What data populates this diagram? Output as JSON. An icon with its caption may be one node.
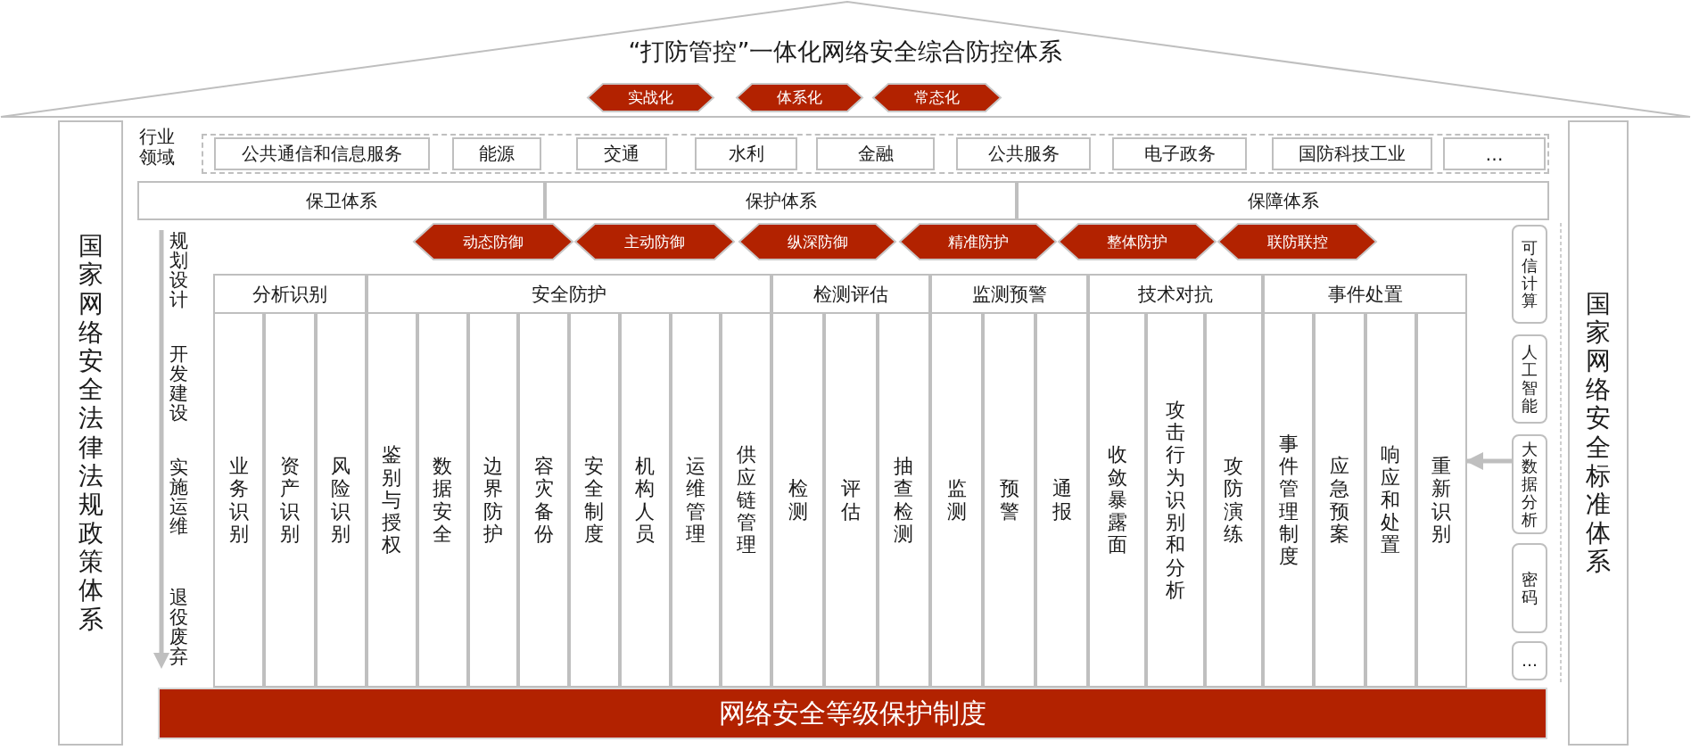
{
  "diagram": {
    "title": "“打防管控”一体化网络安全综合防控体系",
    "nodes": [
      {
        "text": [
          "实战化"
        ]
      },
      {
        "text": [
          "体系化"
        ]
      },
      {
        "text": [
          "常态化"
        ]
      },
      {
        "text": [
          "国家网络安全法律法规政策体系"
        ]
      },
      {
        "text": [
          "行业领域"
        ]
      },
      {
        "text": [
          "公共通信和信息服务"
        ],
        "in": 4
      },
      {
        "text": [
          "能源"
        ],
        "in": 4
      },
      {
        "text": [
          "交通"
        ],
        "in": 4
      },
      {
        "text": [
          "水利"
        ],
        "in": 4
      },
      {
        "text": [
          "金融"
        ],
        "in": 4
      },
      {
        "text": [
          "公共服务"
        ],
        "in": 4
      },
      {
        "text": [
          "电子政务"
        ],
        "in": 4
      },
      {
        "text": [
          "国防科技工业"
        ],
        "in": 4
      },
      {
        "text": [
          "…"
        ],
        "in": 4
      },
      {
        "text": [
          "保卫体系"
        ]
      },
      {
        "text": [
          "保护体系"
        ]
      },
      {
        "text": [
          "保障体系"
        ]
      },
      {
        "text": [
          "动态防御"
        ]
      },
      {
        "text": [
          "主动防御"
        ]
      },
      {
        "text": [
          "纵深防御"
        ]
      },
      {
        "text": [
          "精准防护"
        ]
      },
      {
        "text": [
          "整体防护"
        ]
      },
      {
        "text": [
          "联防联控"
        ]
      },
      {
        "text": [
          "分析识别"
        ]
      },
      {
        "text": [
          "业务识别"
        ]
      },
      {
        "text": [
          "资产识别"
        ]
      },
      {
        "text": [
          "风险识别"
        ]
      },
      {
        "text": [
          "安全防护"
        ]
      },
      {
        "text": [
          "鉴别与授权"
        ]
      },
      {
        "text": [
          "数据安全"
        ]
      },
      {
        "text": [
          "边界防护"
        ]
      },
      {
        "text": [
          "容灾备份"
        ]
      },
      {
        "text": [
          "安全制度"
        ]
      },
      {
        "text": [
          "机构人员"
        ]
      },
      {
        "text": [
          "运维管理"
        ]
      },
      {
        "text": [
          "供应链管理"
        ]
      },
      {
        "text": [
          "检测评估"
        ]
      },
      {
        "text": [
          "检测"
        ]
      },
      {
        "text": [
          "评估"
        ]
      },
      {
        "text": [
          "抽查检测"
        ]
      },
      {
        "text": [
          "监测预警"
        ]
      },
      {
        "text": [
          "监测"
        ]
      },
      {
        "text": [
          "预警"
        ]
      },
      {
        "text": [
          "通报"
        ]
      },
      {
        "text": [
          "技术对抗"
        ]
      },
      {
        "text": [
          "收敛暴露面"
        ]
      },
      {
        "text": [
          "攻击行为识别和分析"
        ]
      },
      {
        "text": [
          "攻防演练"
        ]
      },
      {
        "text": [
          "事件处置"
        ]
      },
      {
        "text": [
          "事件管理制度"
        ]
      },
      {
        "text": [
          "应急预案"
        ]
      },
      {
        "text": [
          "响应和处置"
        ]
      },
      {
        "text": [
          "重新识别"
        ]
      },
      {
        "text": [
          "可信计算"
        ]
      },
      {
        "text": [
          "人工智能"
        ]
      },
      {
        "text": [
          "大数据分析"
        ]
      },
      {
        "text": [
          "密码"
        ]
      },
      {
        "text": [
          "…"
        ]
      },
      {
        "text": [
          "网络安全等级保护制度"
        ]
      },
      {
        "text": [
          "国家网络安全标准体系"
        ]
      }
    ],
    "edges": [
      {
        "from": 55,
        "to": 52,
        "arrow": "to"
      }
    ],
    "labels": [
      "规划设计",
      "开发建设",
      "实施运维",
      "退役废弃"
    ]
  }
}
